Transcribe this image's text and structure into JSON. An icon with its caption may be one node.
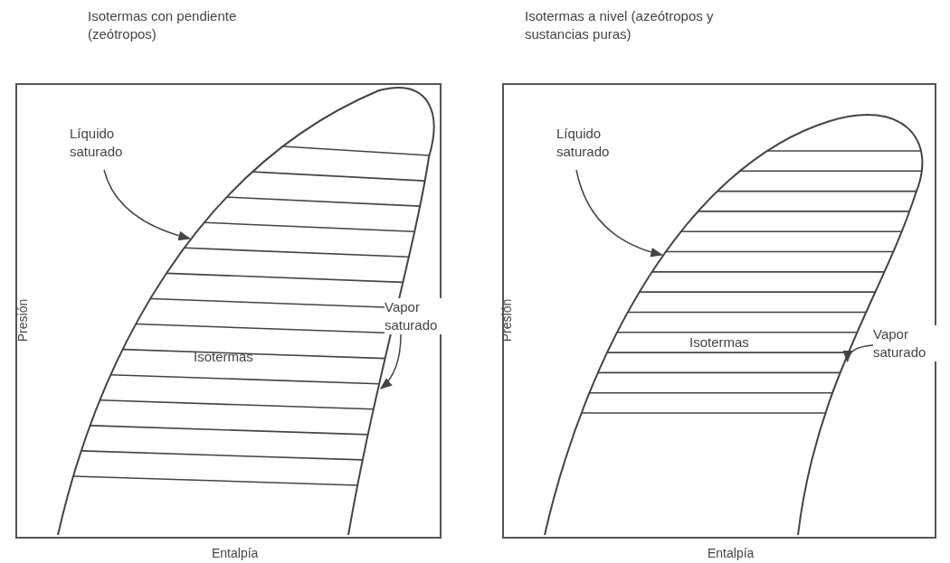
{
  "diagram": {
    "nodes": [
      {
        "text": [
          "Isotermas con pendiente (zeótropos)"
        ]
      },
      {
        "text": [
          "Líquido saturado"
        ],
        "in": 0
      },
      {
        "text": [
          "Vapor saturado"
        ],
        "in": 0
      },
      {
        "text": [
          "Isotermas a nivel (azeótropos y sustancias puras)"
        ]
      },
      {
        "text": [
          "Líquido saturado"
        ],
        "in": 3
      },
      {
        "text": [
          "Vapor saturado"
        ],
        "in": 3
      }
    ],
    "edges": [
      {
        "from": 1,
        "to": null,
        "arrow": "to"
      },
      {
        "from": 2,
        "to": null,
        "arrow": "to"
      },
      {
        "from": 4,
        "to": null,
        "arrow": "to"
      },
      {
        "from": 5,
        "to": null,
        "arrow": "to"
      }
    ],
    "labels": [
      "Presión",
      "Isotermas",
      "Entalpía",
      "Presión",
      "Isotermas",
      "Entalpía"
    ]
  }
}
